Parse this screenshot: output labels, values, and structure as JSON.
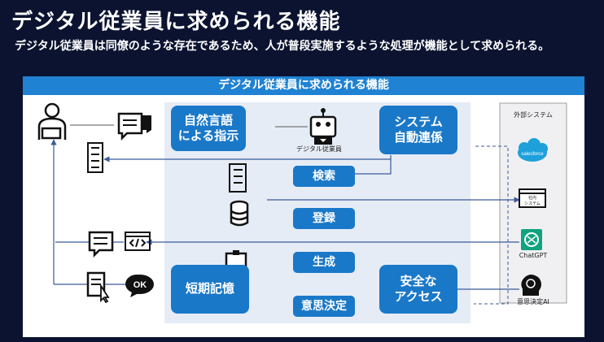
{
  "header": {
    "title": "デジタル従業員に求められる機能",
    "subtitle": "デジタル従業員は同僚のような存在であるため、人が普段実施するような処理が機能として求められる。"
  },
  "panel": {
    "title": "デジタル従業員に求められる機能"
  },
  "diagram": {
    "bubbles": {
      "instruction": "自然言語\nによる指示",
      "system_link": "システム\n自動連係",
      "search": "検索",
      "register": "登録",
      "generate": "生成",
      "memory": "短期記憶",
      "secure": "安全な\nアクセス",
      "decision": "意思決定"
    },
    "robot_label": "デジタル従業員",
    "ok_label": "OK",
    "external": {
      "title": "外部システム",
      "items": [
        {
          "label": "",
          "logo": "salesforce"
        },
        {
          "label": "",
          "logo": "社内\nシステム"
        },
        {
          "label": "ChatGPT",
          "logo": ""
        },
        {
          "label": "意思決定AI",
          "logo": ""
        }
      ]
    },
    "icons": [
      "user-icon",
      "chat-icon",
      "checklist-icon",
      "robot-icon",
      "message-icon",
      "code-icon",
      "document-pointer-icon",
      "ok-bubble-icon",
      "database-icon",
      "clipboard-icon",
      "salesforce-cloud-icon",
      "browser-icon",
      "chatgpt-logo-icon",
      "ai-head-icon"
    ],
    "colors": {
      "accent": "#1a78c8",
      "line": "#3a5a9a",
      "panel_bg": "#e6ecf5",
      "page_bg": "#0b1330"
    }
  }
}
